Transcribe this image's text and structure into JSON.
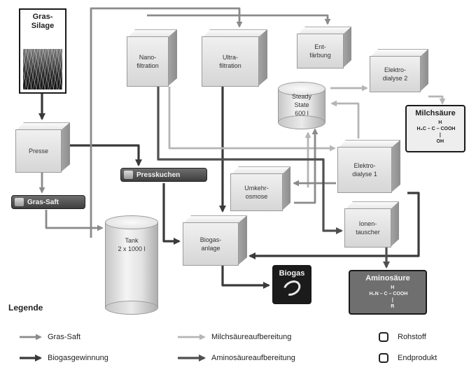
{
  "colors": {
    "gras_saft": "#8a8a8a",
    "biogasgewinnung": "#3a3a3a",
    "milchsaeureaufbereitung": "#b5b5b5",
    "aminosaeureaufbereitung": "#4f4f4f"
  },
  "raw_material": {
    "label": "Gras-\nSilage",
    "icon": "grass-image"
  },
  "processes": {
    "nanofiltration": "Nano-\nfiltration",
    "ultrafiltration": "Ultra-\nfiltration",
    "entfaerbung": "Ent-\nfärbung",
    "elektrodialyse2": "Elektro-\ndialyse 2",
    "presse": "Presse",
    "elektrodialyse1": "Elektro-\ndialyse 1",
    "umkehrosmose": "Umkehr-\nosmose",
    "ionentauscher": "Ionen-\ntauscher",
    "biogasanlage": "Biogas-\nanlage"
  },
  "tanks": {
    "steady_state": "Steady\nState\n600 l",
    "tank": "Tank\n2 x 1000 l"
  },
  "intermediates": {
    "grassaft": "Gras-Saft",
    "presskuchen": "Presskuchen"
  },
  "products": {
    "milchsaeure": {
      "title": "Milchsäure",
      "formula": "       H\n H₃C – C – COOH\n       |\n       OH"
    },
    "biogas": {
      "title": "Biogas",
      "icon": "biogas-icon"
    },
    "aminosaeure": {
      "title": "Aminosäure",
      "formula": "       H\n H₂N – C – COOH\n       |\n       R"
    }
  },
  "legend": {
    "title": "Legende",
    "arrows": [
      {
        "label": "Gras-Saft",
        "color": "#8a8a8a"
      },
      {
        "label": "Biogasgewinnung",
        "color": "#3a3a3a"
      },
      {
        "label": "Milchsäureaufbereitung",
        "color": "#b5b5b5"
      },
      {
        "label": "Aminosäureaufbereitung",
        "color": "#4f4f4f"
      }
    ],
    "node_types": [
      {
        "label": "Rohstoff"
      },
      {
        "label": "Endprodukt"
      }
    ]
  }
}
